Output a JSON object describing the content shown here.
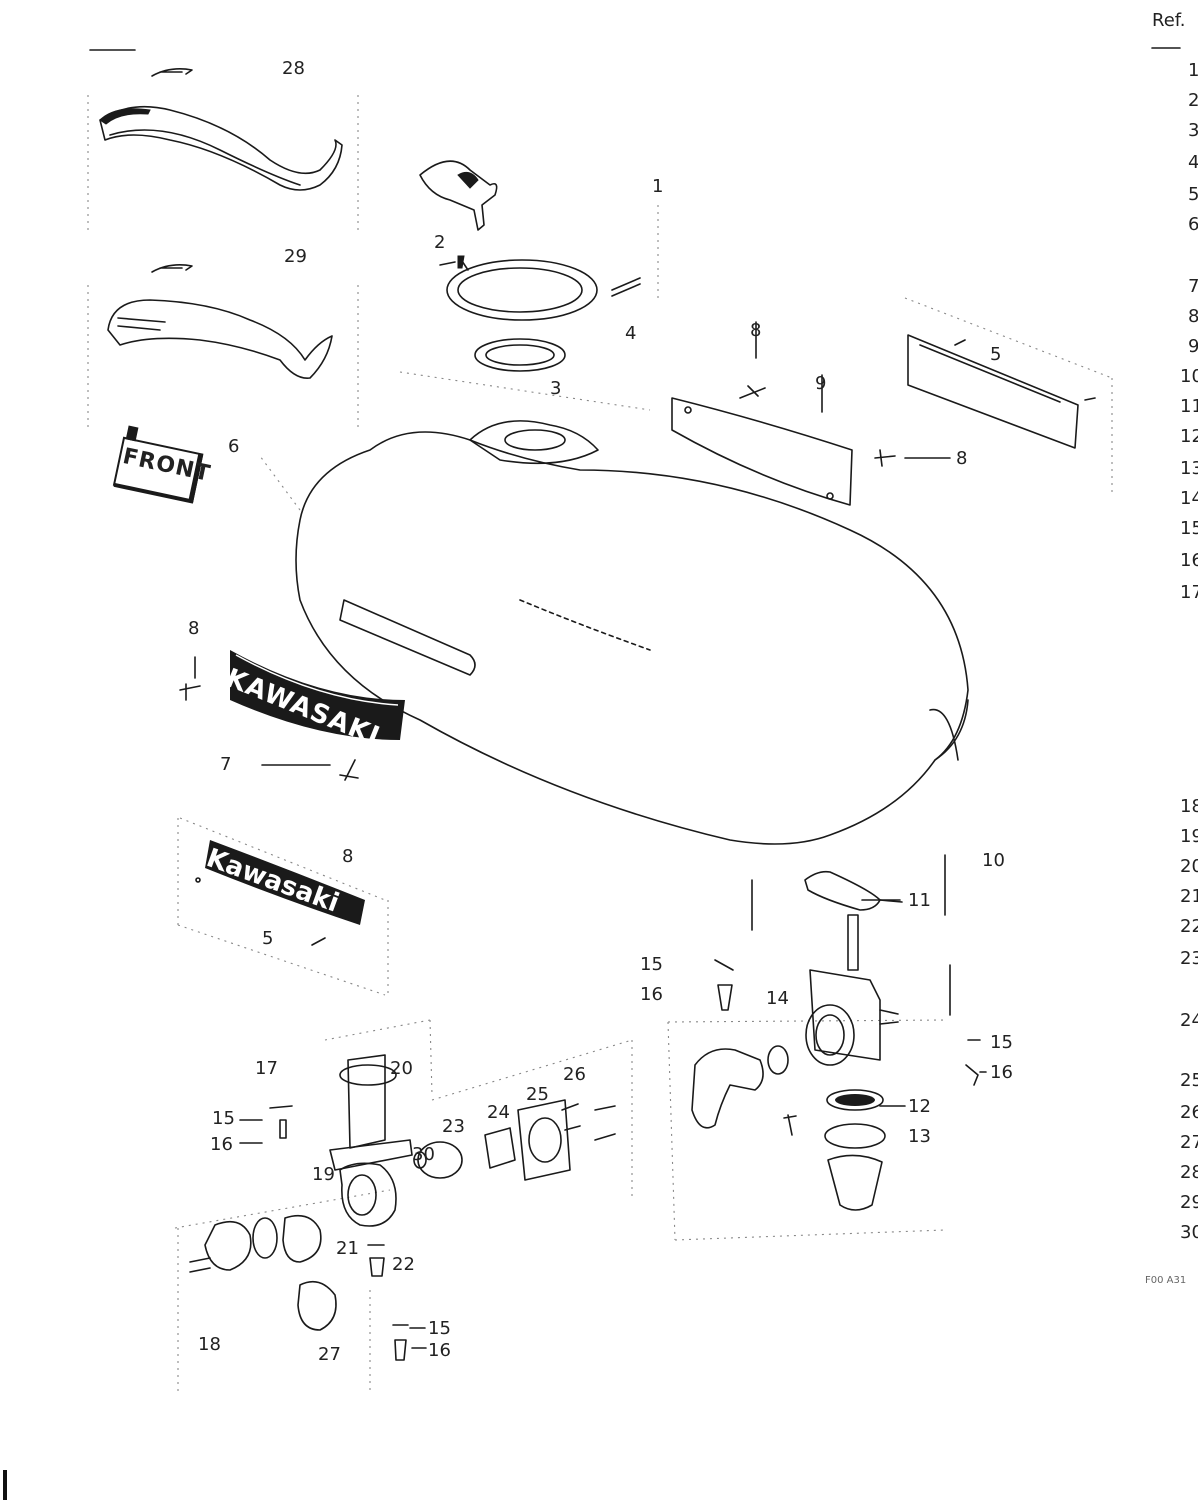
{
  "ref_header": "Ref.",
  "ref_numbers": [
    "1",
    "2",
    "3",
    "4",
    "5",
    "6",
    "7",
    "8",
    "9",
    "10",
    "11",
    "12",
    "13",
    "14",
    "15",
    "16",
    "17",
    "18",
    "19",
    "20",
    "21",
    "22",
    "23",
    "24",
    "25",
    "26",
    "27",
    "28",
    "29",
    "30"
  ],
  "footer_code": "F00 A31",
  "callouts": [
    {
      "id": "28a",
      "text": "28"
    },
    {
      "id": "29a",
      "text": "29"
    },
    {
      "id": "1a",
      "text": "1"
    },
    {
      "id": "2a",
      "text": "2"
    },
    {
      "id": "3a",
      "text": "3"
    },
    {
      "id": "4a",
      "text": "4"
    },
    {
      "id": "6a",
      "text": "6"
    },
    {
      "id": "8a",
      "text": "8"
    },
    {
      "id": "7a",
      "text": "7"
    },
    {
      "id": "8b",
      "text": "8"
    },
    {
      "id": "5a",
      "text": "5"
    },
    {
      "id": "8c",
      "text": "8"
    },
    {
      "id": "9a",
      "text": "9"
    },
    {
      "id": "5b",
      "text": "5"
    },
    {
      "id": "8d",
      "text": "8"
    },
    {
      "id": "10a",
      "text": "10"
    },
    {
      "id": "11a",
      "text": "11"
    },
    {
      "id": "15a",
      "text": "15"
    },
    {
      "id": "16a",
      "text": "16"
    },
    {
      "id": "14a",
      "text": "14"
    },
    {
      "id": "15b",
      "text": "15"
    },
    {
      "id": "16b",
      "text": "16"
    },
    {
      "id": "12a",
      "text": "12"
    },
    {
      "id": "13a",
      "text": "13"
    },
    {
      "id": "17a",
      "text": "17"
    },
    {
      "id": "20a",
      "text": "20"
    },
    {
      "id": "15c",
      "text": "15"
    },
    {
      "id": "16c",
      "text": "16"
    },
    {
      "id": "23a",
      "text": "23"
    },
    {
      "id": "24a",
      "text": "24"
    },
    {
      "id": "25a",
      "text": "25"
    },
    {
      "id": "26a",
      "text": "26"
    },
    {
      "id": "30a",
      "text": "30"
    },
    {
      "id": "19a",
      "text": "19"
    },
    {
      "id": "21a",
      "text": "21"
    },
    {
      "id": "22a",
      "text": "22"
    },
    {
      "id": "15d",
      "text": "15"
    },
    {
      "id": "16d",
      "text": "16"
    },
    {
      "id": "18a",
      "text": "18"
    },
    {
      "id": "27a",
      "text": "27"
    }
  ],
  "badges": {
    "front": "FRONT",
    "kawasaki_emblem": "KAWASAKI",
    "kawasaki_decal": "Kawasaki"
  },
  "colors": {
    "ink": "#1a1a1a",
    "paper": "#ffffff"
  }
}
